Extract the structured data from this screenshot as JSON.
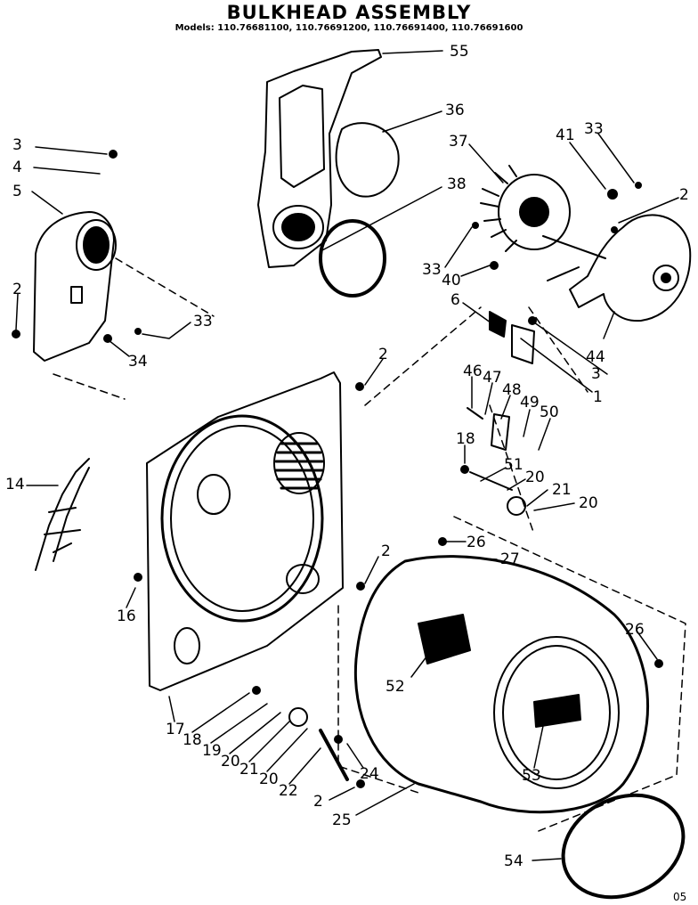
{
  "title": "BULKHEAD ASSEMBLY",
  "models_line": "Models: 110.76681100, 110.76691200, 110.76691400, 110.76691600",
  "corner_code": "05",
  "part_labels": [
    "55",
    "36",
    "3",
    "4",
    "5",
    "37",
    "38",
    "41",
    "33",
    "2",
    "33",
    "40",
    "6",
    "2",
    "33",
    "34",
    "44",
    "3",
    "1",
    "2",
    "46",
    "47",
    "48",
    "49",
    "50",
    "18",
    "51",
    "20",
    "21",
    "20",
    "14",
    "16",
    "2",
    "26",
    "27",
    "26",
    "52",
    "53",
    "17",
    "18",
    "19",
    "20",
    "21",
    "20",
    "22",
    "24",
    "2",
    "25",
    "54"
  ],
  "palette": {
    "ink": "#000000",
    "paper": "#ffffff"
  }
}
